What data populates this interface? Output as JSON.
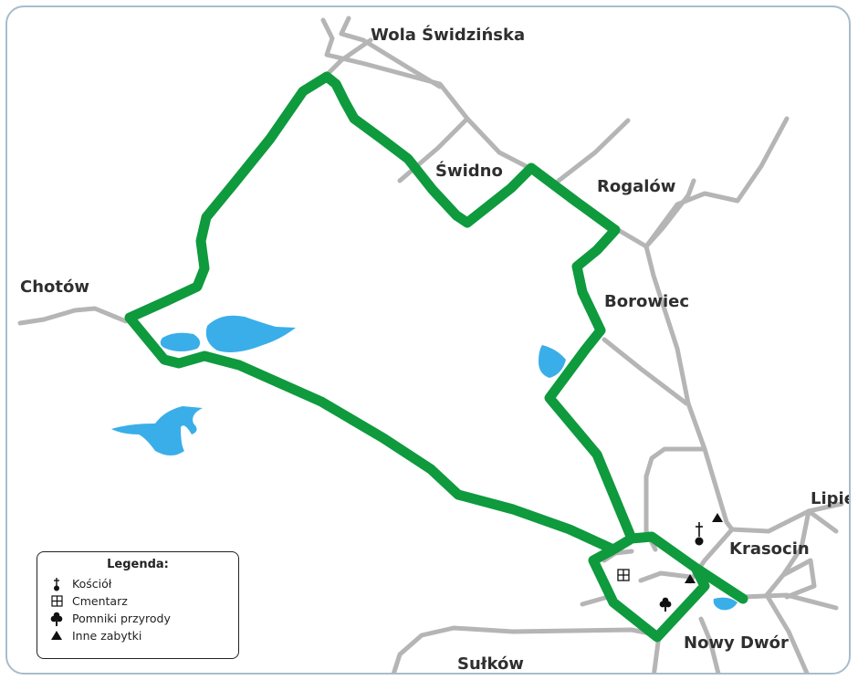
{
  "places": {
    "wola": "Wola Świdzińska",
    "swidno": "Świdno",
    "rogalow": "Rogalów",
    "chotow": "Chotów",
    "borowiec": "Borowiec",
    "lipie": "Lipie",
    "krasocin": "Krasocin",
    "nowy_dwor": "Nowy Dwór",
    "sulkow": "Sułków"
  },
  "legend": {
    "title": "Legenda:",
    "items": [
      {
        "label": "Kościół",
        "icon": "church-icon"
      },
      {
        "label": "Cmentarz",
        "icon": "cemetery-icon"
      },
      {
        "label": "Pomniki przyrody",
        "icon": "tree-icon"
      },
      {
        "label": "Inne zabytki",
        "icon": "monument-triangle-icon"
      }
    ]
  },
  "colors": {
    "route": "#0e9a3d",
    "road": "#b5b5b5",
    "water": "#3aaee8",
    "frame": "#a8bccb",
    "text": "#2f2f2f"
  }
}
